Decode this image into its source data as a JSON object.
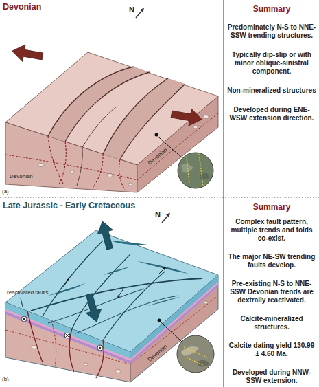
{
  "diagram": {
    "labels": [
      "Devonian",
      "N",
      "Summary",
      "Predominately N-S to NNE-SSW trending structures.",
      "Typically dip-slip or with minor oblique-sinistral component.",
      "Non-mineralized structures",
      "Developed during ENE-WSW extension direction.",
      "Devonian",
      "Devonian",
      "(a)",
      "Late Jurassic - Early Cretaceous",
      "N",
      "Summary",
      "Complex fault pattern, multiple trends and folds co-exist.",
      "The major NE-SW trending faults develop.",
      "Pre-existing N-S to NNE-SSW Devonian trends are dextrally reactivated.",
      "Calcite-mineralized structures.",
      "Calcite dating yield 130.99 ± 4.60 Ma.",
      "Developed during NNW-SSW extension.",
      "reactivated faults",
      "Devonian",
      "(b)"
    ]
  }
}
